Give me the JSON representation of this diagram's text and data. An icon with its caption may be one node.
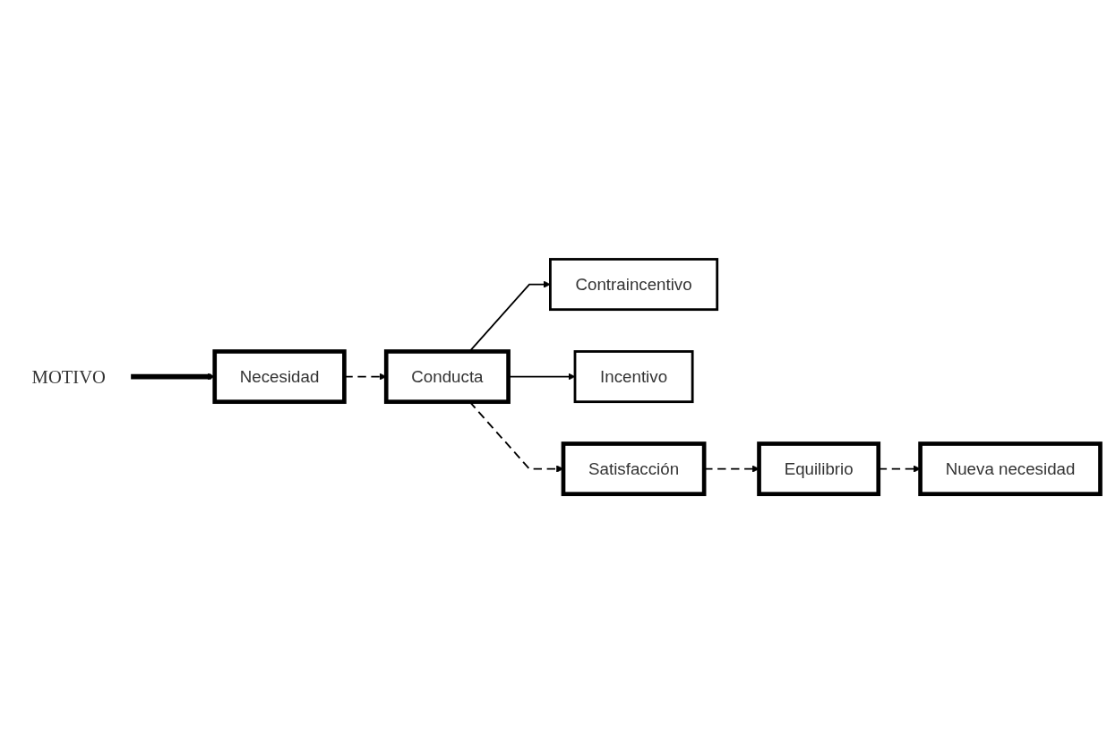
{
  "diagram": {
    "nodes": [
      {
        "text": [
          "MOTIVO"
        ]
      },
      {
        "text": [
          "Equilibrio"
        ]
      },
      {
        "text": [
          "Necesidad"
        ]
      },
      {
        "text": [
          "Conducta"
        ]
      },
      {
        "text": [
          "Contraincentivo"
        ]
      },
      {
        "text": [
          "Incentivo"
        ]
      },
      {
        "text": [
          "Satisfacción"
        ]
      },
      {
        "text": [
          "Nueva necesidad"
        ]
      }
    ],
    "edges": [
      {
        "from": 0,
        "to": 2,
        "arrow": "to",
        "style": "thick"
      },
      {
        "from": 2,
        "to": 3,
        "arrow": "to",
        "style": "dashed"
      },
      {
        "from": 3,
        "to": 4,
        "arrow": "to"
      },
      {
        "from": 3,
        "to": 5,
        "arrow": "to"
      },
      {
        "from": 3,
        "to": 6,
        "arrow": "to",
        "style": "dashed"
      },
      {
        "from": 6,
        "to": 1,
        "arrow": "to",
        "style": "dashed"
      },
      {
        "from": 1,
        "to": 7,
        "arrow": "to",
        "style": "dashed"
      }
    ]
  }
}
